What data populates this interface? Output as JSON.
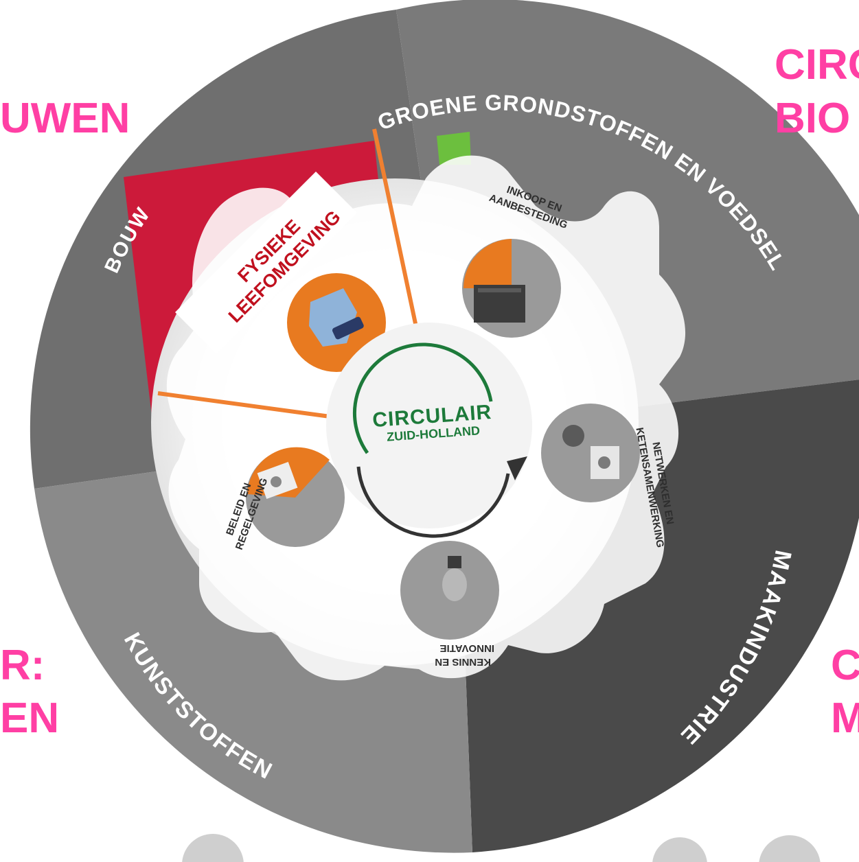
{
  "corner_labels": {
    "top_left": "UWEN",
    "top_right_line1": "CIRC",
    "top_right_line2": "BIO",
    "bottom_left_line1": "R:",
    "bottom_left_line2": "EN",
    "bottom_right_line1": "C",
    "bottom_right_line2": "M"
  },
  "sectors": {
    "bouw": "BOUW",
    "groene": "GROENE GRONDSTOFFEN EN VOEDSEL",
    "maakindustrie": "MAAKINDUSTRIE",
    "kunststoffen": "KUNSTSTOFFEN"
  },
  "gear_items": {
    "inkoop_line1": "INKOOP EN",
    "inkoop_line2": "AANBESTEDING",
    "netwerken_line1": "NETWERKEN EN",
    "netwerken_line2": "KETENSAMENWERKING",
    "kennis_line1": "KENNIS EN",
    "kennis_line2": "INNOVATIE",
    "beleid_line1": "BELEID EN",
    "beleid_line2": "REGELGEVING"
  },
  "highlight": {
    "line1": "FYSIEKE",
    "line2": "LEEFOMGEVING"
  },
  "center": {
    "title": "CIRCULAIR",
    "subtitle": "ZUID-HOLLAND"
  },
  "colors": {
    "accent_pink": "#ff3fa4",
    "bouw_red": "#cc1a3a",
    "highlight_text": "#c0101e",
    "orange_line": "#f08030",
    "brand_green": "#1d7a3a"
  }
}
